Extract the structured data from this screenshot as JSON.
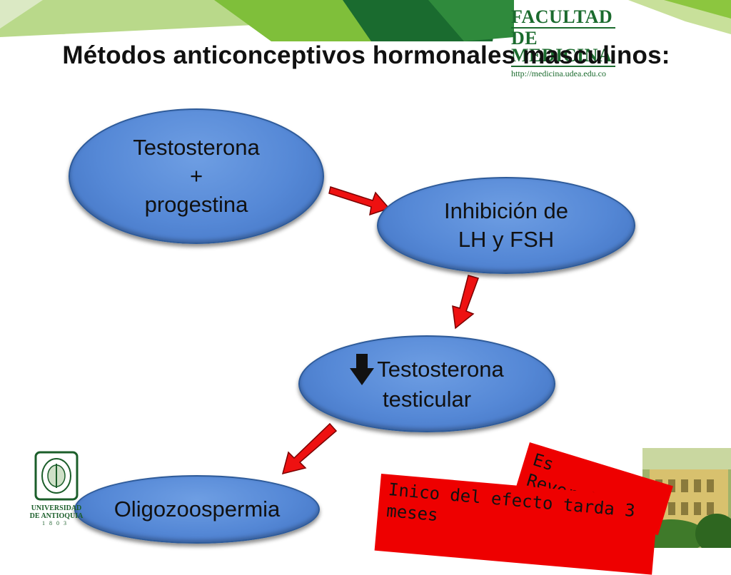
{
  "header": {
    "title": "Métodos anticonceptivos hormonales masculinos:",
    "logo_line1": "FACULTAD",
    "logo_line2": "DE MEDICINA",
    "logo_url": "http://medicina.udea.edu.co"
  },
  "colors": {
    "node_fill": "#5588d6",
    "arrow_red": "#ee1111",
    "stamp_red": "#ee0000",
    "band_green_dark": "#1a6b2f",
    "band_green_light": "#8cc63f"
  },
  "diagram": {
    "nodes": [
      {
        "id": "n1",
        "lines": [
          "Testosterona",
          "+",
          "progestina"
        ]
      },
      {
        "id": "n2",
        "lines": [
          "Inhibición de",
          "LH y FSH"
        ]
      },
      {
        "id": "n3",
        "lines": [
          "Testosterona",
          "testicular"
        ],
        "prefix_icon": "down-arrow-icon"
      },
      {
        "id": "n4",
        "lines": [
          "Oligozoospermia"
        ]
      }
    ],
    "edges": [
      {
        "from": "n1",
        "to": "n2"
      },
      {
        "from": "n2",
        "to": "n3"
      },
      {
        "from": "n3",
        "to": "n4"
      }
    ]
  },
  "notes": {
    "reversible": "Es Reversible",
    "onset_line1": "Inico del efecto tarda 3",
    "onset_line2": "meses"
  },
  "university_logo": {
    "line1": "UNIVERSIDAD",
    "line2": "DE ANTIOQUIA",
    "year": "1803"
  }
}
